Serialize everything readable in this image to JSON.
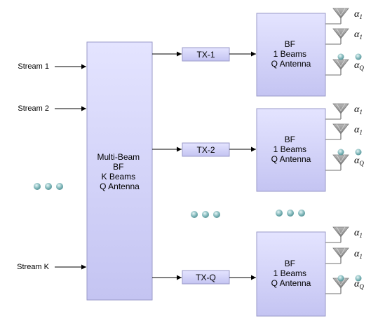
{
  "colors": {
    "box_fill_top": "#e4e4ff",
    "box_fill_bottom": "#c4c4f2",
    "box_border": "#9a9ac8",
    "arrow": "#000000",
    "antenna": "#8c8c8c",
    "dot": "#7fb6b9"
  },
  "streams": [
    "Stream 1",
    "Stream 2",
    "Stream K"
  ],
  "multibeam": {
    "lines": [
      "Multi-Beam",
      "BF",
      "K Beams",
      "Q Antenna"
    ]
  },
  "tx": [
    "TX-1",
    "TX-2",
    "TX-Q"
  ],
  "bf_blocks": [
    {
      "lines": [
        "BF",
        "1 Beams",
        "Q Antenna"
      ]
    },
    {
      "lines": [
        "BF",
        "1 Beams",
        "Q Antenna"
      ]
    },
    {
      "lines": [
        "BF",
        "1 Beams",
        "Q Antenna"
      ]
    }
  ],
  "alpha_labels": {
    "symbol": "α",
    "first_sub": "1",
    "second_sub": "1",
    "last_sub": "Q"
  },
  "icons": {
    "antenna": "antenna-icon",
    "ellipsis": "ellipsis-dots-icon"
  }
}
